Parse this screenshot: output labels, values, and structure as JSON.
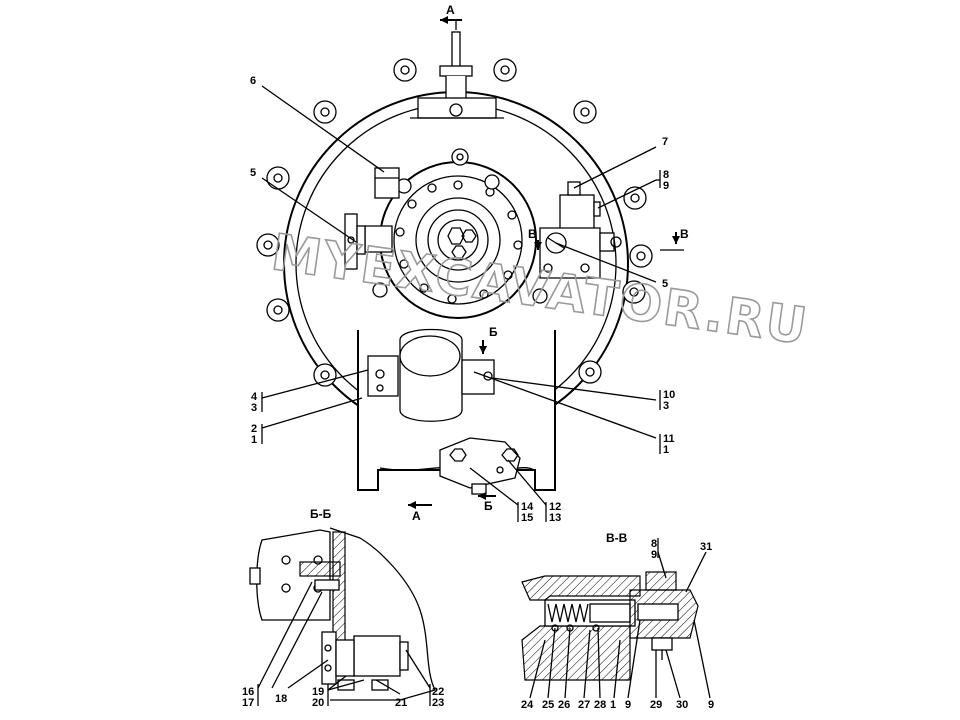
{
  "section_marks": {
    "a": "А",
    "b": "Б",
    "v": "В"
  },
  "section_titles": {
    "bb": "Б-Б",
    "vv": "В-В"
  },
  "watermark": "MYEXCAVATOR.RU",
  "callouts_main": {
    "c6": "6",
    "c5l": "5",
    "c7": "7",
    "c8": "8",
    "c9": "9",
    "c5r": "5",
    "c4": "4",
    "c3l": "3",
    "c2": "2",
    "c1l": "1",
    "c10": "10",
    "c3r": "3",
    "c11": "11",
    "c1r": "1",
    "c14": "14",
    "c15": "15",
    "c12": "12",
    "c13": "13"
  },
  "callouts_bb": {
    "c16": "16",
    "c17": "17",
    "c18": "18",
    "c19": "19",
    "c20": "20",
    "c21": "21",
    "c22": "22",
    "c23": "23"
  },
  "callouts_vv": {
    "c8": "8",
    "c9t": "9",
    "c31": "31",
    "c24": "24",
    "c25": "25",
    "c26": "26",
    "c27": "27",
    "c28": "28",
    "c1": "1",
    "c9a": "9",
    "c29": "29",
    "c30": "30",
    "c9b": "9"
  }
}
